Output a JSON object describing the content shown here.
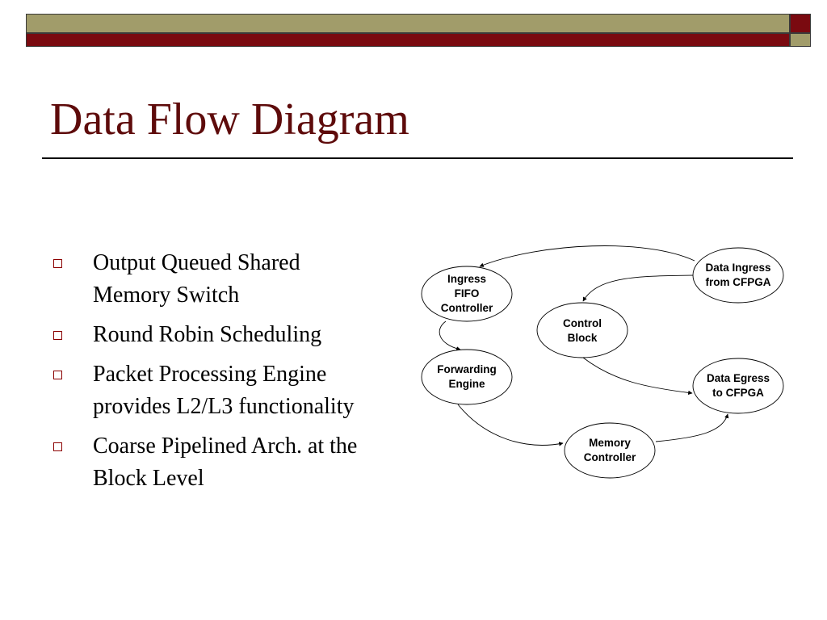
{
  "theme": {
    "olive": "#A19C6A",
    "maroon": "#7A0A10",
    "title_color": "#5E0B0B",
    "bullet_color": "#8B0000"
  },
  "slide": {
    "title": "Data Flow Diagram",
    "bullets": [
      {
        "lines": [
          "Output Queued Shared",
          "Memory Switch"
        ]
      },
      {
        "lines": [
          "Round Robin Scheduling"
        ]
      },
      {
        "lines": [
          "Packet Processing Engine",
          "provides L2/L3 functionality"
        ]
      },
      {
        "lines": [
          "Coarse Pipelined Arch. at the",
          "Block Level"
        ]
      }
    ]
  },
  "diagram": {
    "nodes": {
      "ingress_fifo": {
        "lines": [
          "Ingress",
          "FIFO",
          "Controller"
        ]
      },
      "data_ingress": {
        "lines": [
          "Data Ingress",
          "from CFPGA"
        ]
      },
      "control_block": {
        "lines": [
          "Control",
          "Block"
        ]
      },
      "forwarding_engine": {
        "lines": [
          "Forwarding",
          "Engine"
        ]
      },
      "data_egress": {
        "lines": [
          "Data Egress",
          "to CFPGA"
        ]
      },
      "memory_controller": {
        "lines": [
          "Memory",
          "Controller"
        ]
      }
    },
    "edges": [
      {
        "from": "Data Ingress from CFPGA",
        "to": "Ingress FIFO Controller"
      },
      {
        "from": "Data Ingress from CFPGA",
        "to": "Control Block"
      },
      {
        "from": "Ingress FIFO Controller",
        "to": "Forwarding Engine"
      },
      {
        "from": "Control Block",
        "to": "Data Egress to CFPGA"
      },
      {
        "from": "Forwarding Engine",
        "to": "Memory Controller"
      },
      {
        "from": "Memory Controller",
        "to": "Data Egress to CFPGA"
      }
    ]
  }
}
